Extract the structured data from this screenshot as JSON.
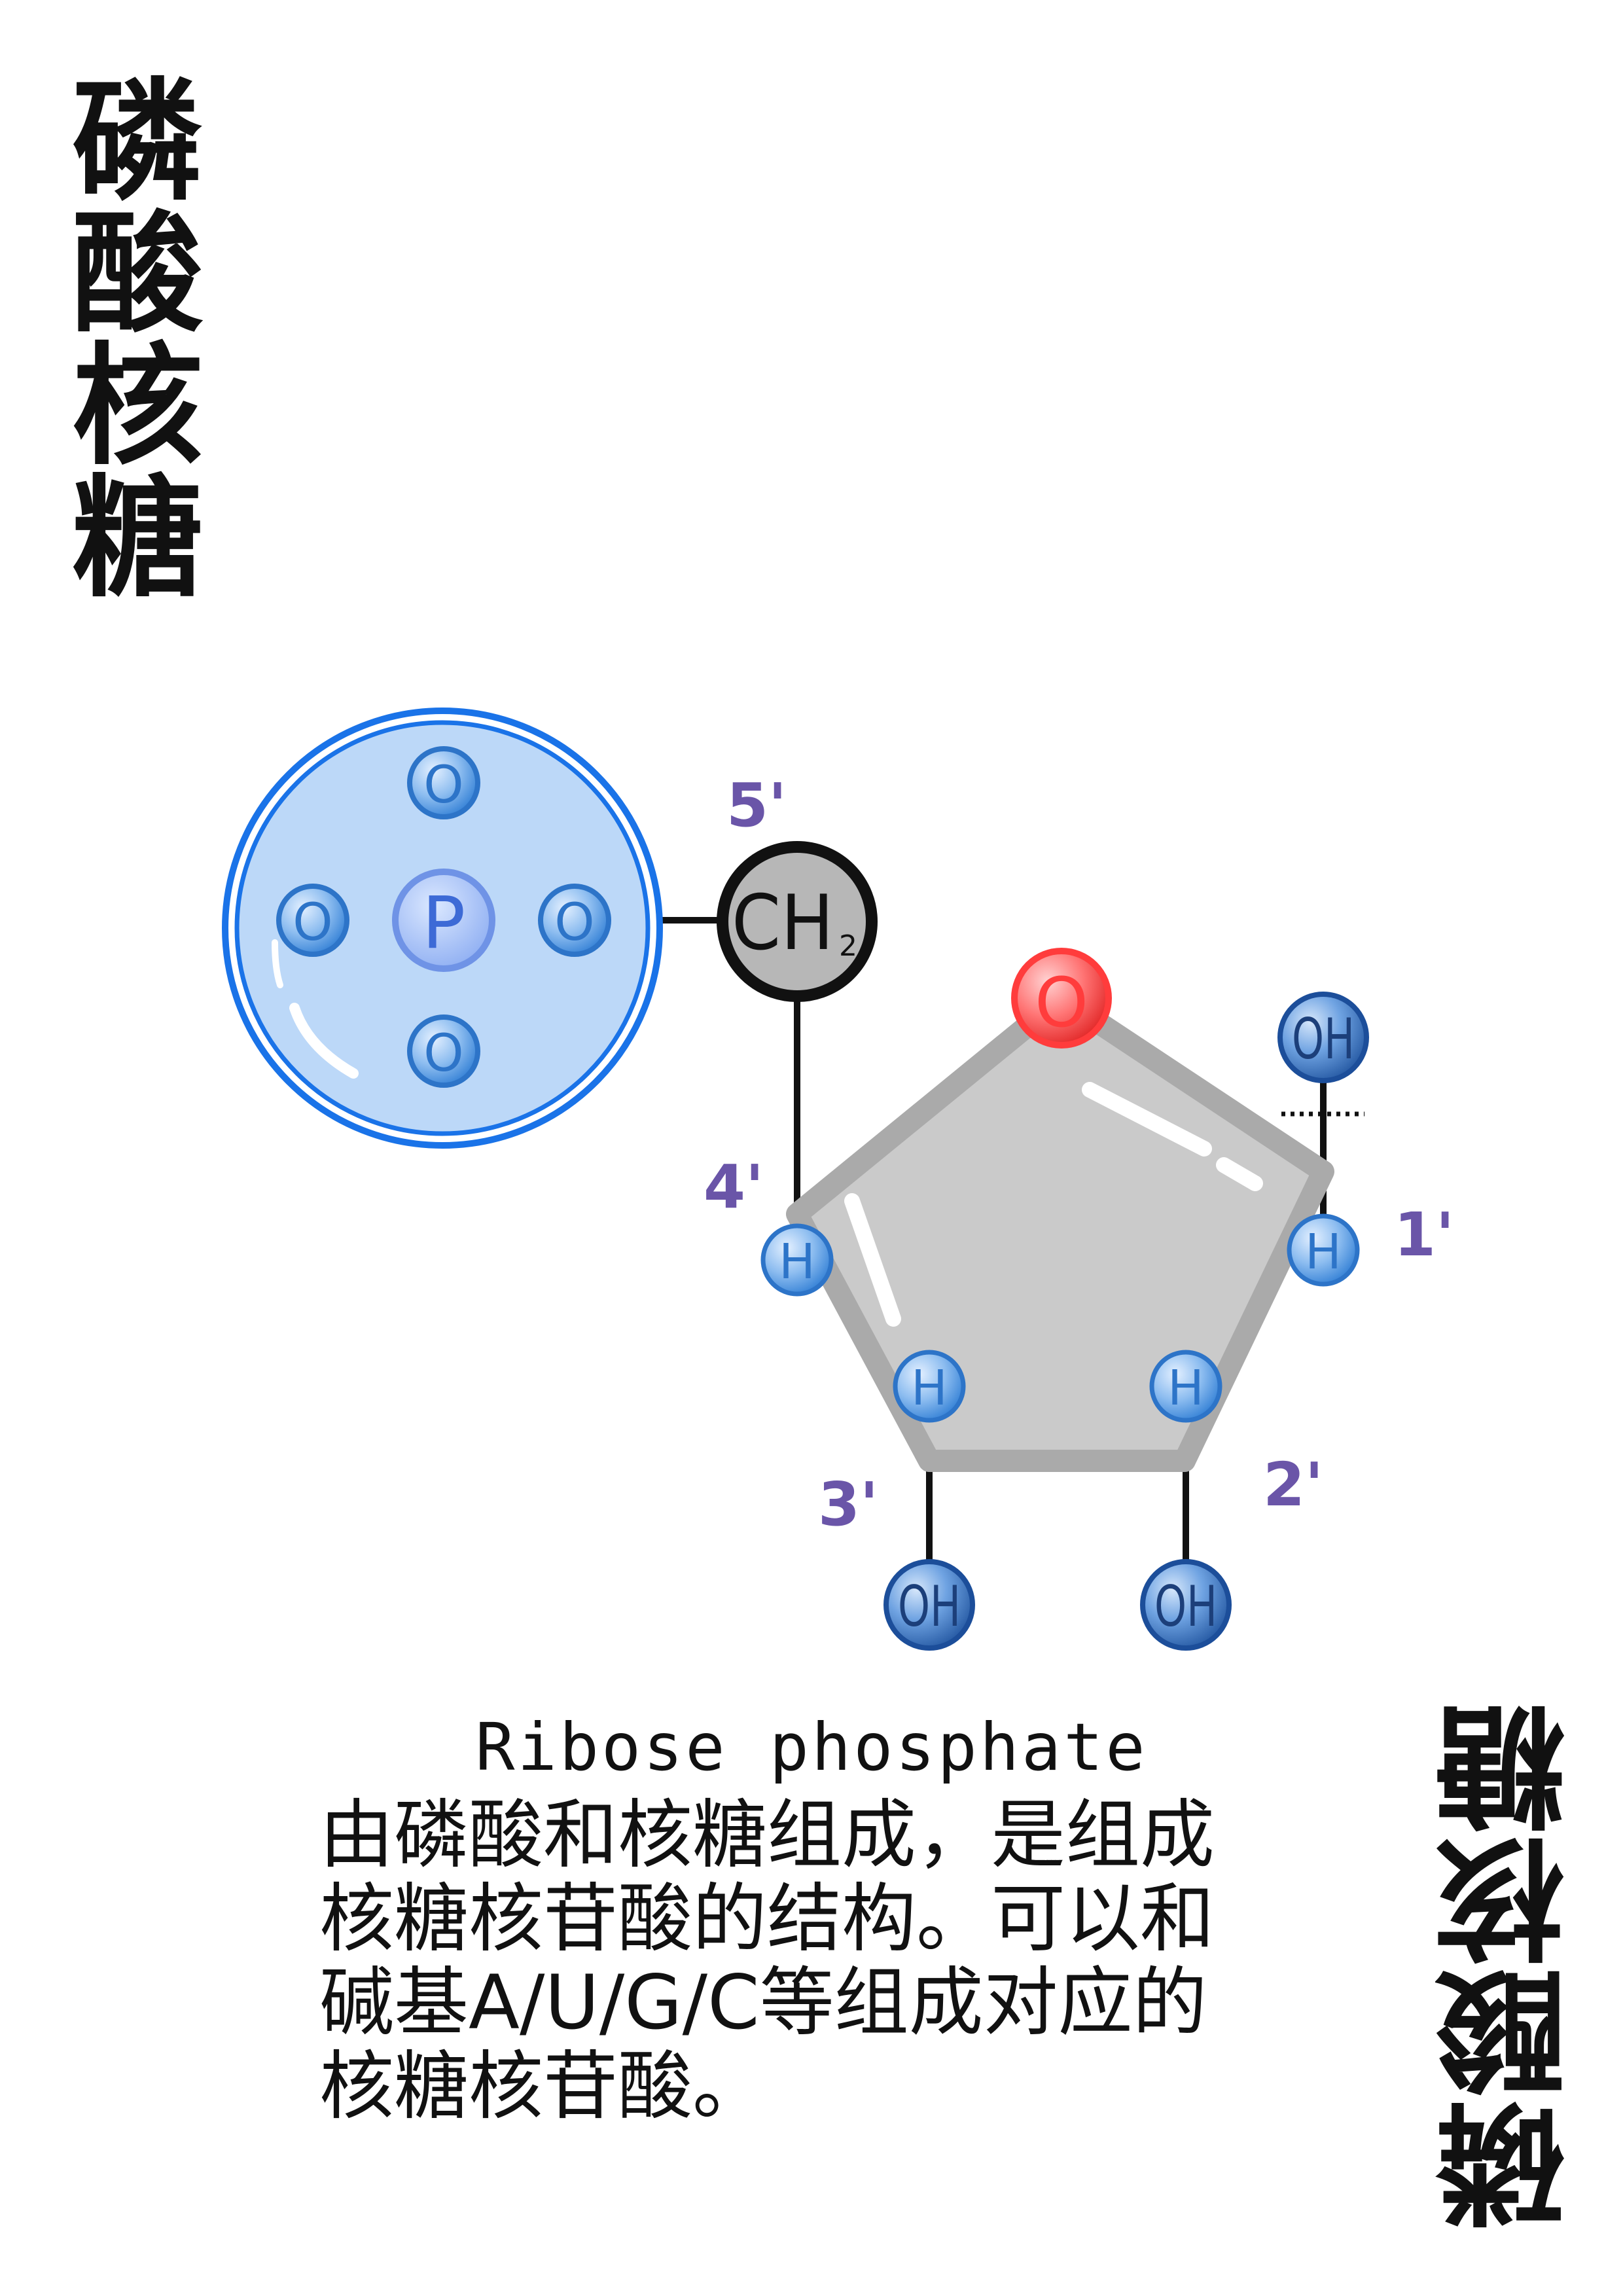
{
  "title": "磷酸核糖",
  "colors": {
    "phosphate_fill": "#bcd8f8",
    "phosphate_ring": "#1a73e8",
    "atom_blue": "#7fb3ec",
    "ring_oxygen": "#ff6a6a",
    "ch2_fill": "#b7b7b7",
    "sugar_ring": "#c9c9c9",
    "position_label": "#6a55a8"
  },
  "molecule": {
    "phosphate": {
      "center": "P",
      "oxygens": [
        "O",
        "O",
        "O",
        "O"
      ]
    },
    "ch2": {
      "main": "CH",
      "subscript": "2"
    },
    "ring_oxygen": "O",
    "hydrogens": [
      "H",
      "H",
      "H",
      "H"
    ],
    "hydroxyls": [
      "OH",
      "OH",
      "OH"
    ],
    "positions": [
      "5'",
      "4'",
      "3'",
      "2'",
      "1'"
    ]
  },
  "caption": {
    "english": "Ribose phosphate",
    "chinese_lines": [
      "由磷酸和核糖组成，是组成",
      "核糖核苷酸的结构。可以和",
      "碱基A/U/G/C等组成对应的",
      "核糖核苷酸。"
    ]
  }
}
